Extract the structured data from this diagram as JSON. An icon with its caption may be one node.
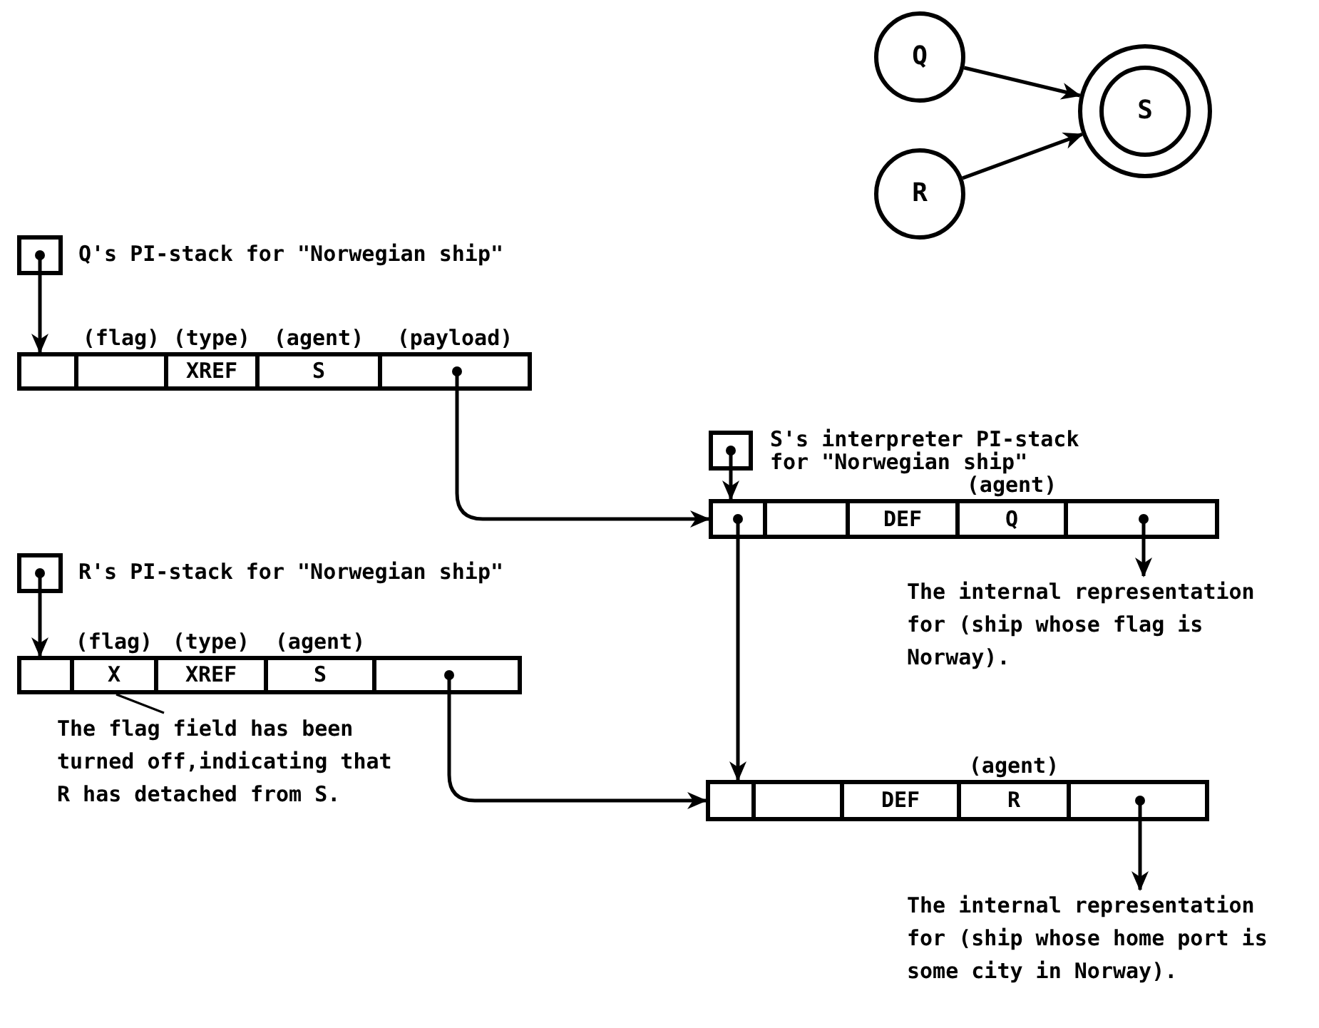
{
  "diagram": {
    "nodes": [
      {
        "text": [
          "Q"
        ]
      },
      {
        "text": [
          "S"
        ]
      },
      {
        "text": [
          "R"
        ]
      },
      {
        "text": [],
        "shape": "box",
        "beside": [
          "Q's PI-stack for \"Norwegian ship\""
        ]
      },
      {
        "text": [],
        "shape": "bar"
      },
      {
        "text": [],
        "shape": "box",
        "in": 4
      },
      {
        "text": [],
        "shape": "box",
        "in": 4,
        "beside": [
          "(flag)"
        ]
      },
      {
        "text": [
          "XREF"
        ],
        "in": 4,
        "beside": [
          "(type)"
        ]
      },
      {
        "text": [
          "S"
        ],
        "in": 4,
        "beside": [
          "(agent)"
        ]
      },
      {
        "text": [],
        "shape": "box",
        "in": 4,
        "beside": [
          "(payload)"
        ]
      },
      {
        "text": [],
        "shape": "box",
        "beside": [
          "S's interpreter PI-stack for \"Norwegian ship\""
        ]
      },
      {
        "text": [],
        "shape": "bar"
      },
      {
        "text": [],
        "shape": "box",
        "in": 11
      },
      {
        "text": [],
        "shape": "box",
        "in": 11
      },
      {
        "text": [
          "DEF"
        ],
        "in": 11
      },
      {
        "text": [
          "Q"
        ],
        "in": 11,
        "beside": [
          "(agent)"
        ]
      },
      {
        "text": [],
        "shape": "box",
        "in": 11
      },
      {
        "text": [
          "The internal representation for (ship whose flag is Norway)."
        ]
      },
      {
        "text": [],
        "shape": "box",
        "beside": [
          "R's PI-stack for \"Norwegian ship\""
        ]
      },
      {
        "text": [],
        "shape": "bar"
      },
      {
        "text": [],
        "shape": "box",
        "in": 19
      },
      {
        "text": [
          "X"
        ],
        "in": 19,
        "beside": [
          "(flag)"
        ]
      },
      {
        "text": [
          "XREF"
        ],
        "in": 19,
        "beside": [
          "(type)"
        ]
      },
      {
        "text": [
          "S"
        ],
        "in": 19,
        "beside": [
          "(agent)"
        ]
      },
      {
        "text": [],
        "shape": "box",
        "in": 19
      },
      {
        "text": [
          "The flag field has been turned off,indicating that R has detached from S."
        ]
      },
      {
        "text": [],
        "shape": "bar"
      },
      {
        "text": [],
        "shape": "box",
        "in": 26
      },
      {
        "text": [],
        "shape": "box",
        "in": 26
      },
      {
        "text": [
          "DEF"
        ],
        "in": 26
      },
      {
        "text": [
          "R"
        ],
        "in": 26,
        "beside": [
          "(agent)"
        ]
      },
      {
        "text": [],
        "shape": "box",
        "in": 26
      },
      {
        "text": [
          "The internal representation for (ship whose home port is some city in Norway)."
        ]
      }
    ],
    "edges": [
      {
        "from": 0,
        "to": 1,
        "arrow": "to"
      },
      {
        "from": 2,
        "to": 1,
        "arrow": "to"
      },
      {
        "from": 3,
        "to": 5,
        "arrow": "to"
      },
      {
        "from": 9,
        "to": 12,
        "arrow": "to"
      },
      {
        "from": 10,
        "to": 12,
        "arrow": "to"
      },
      {
        "from": 12,
        "to": 27,
        "arrow": "to"
      },
      {
        "from": 16,
        "to": 17,
        "arrow": "to"
      },
      {
        "from": 18,
        "to": 20,
        "arrow": "to"
      },
      {
        "from": 24,
        "to": 27,
        "arrow": "to"
      },
      {
        "from": 25,
        "to": 21,
        "arrow": "none"
      },
      {
        "from": 31,
        "to": 32,
        "arrow": "to"
      }
    ]
  }
}
